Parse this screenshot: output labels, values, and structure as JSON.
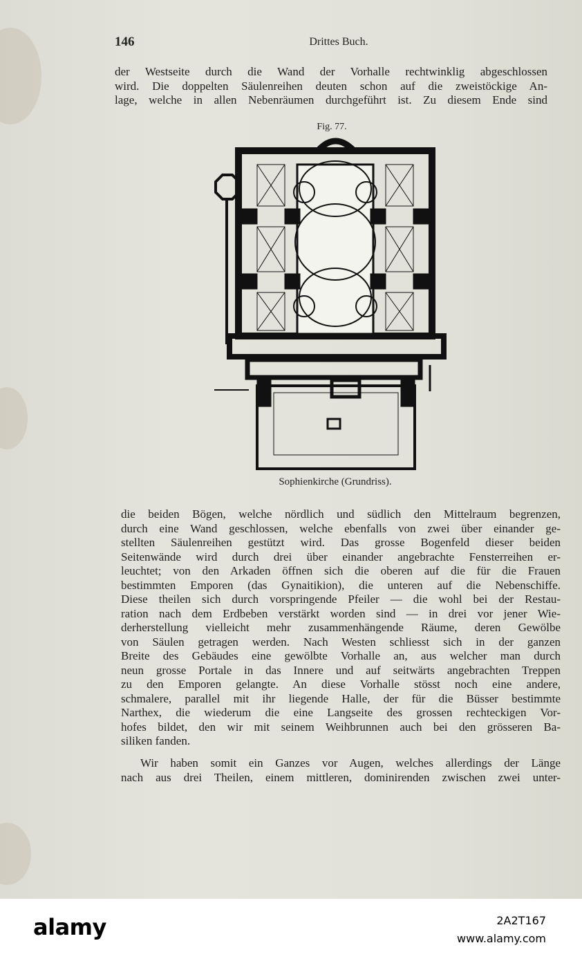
{
  "header": {
    "page_number": "146",
    "running_head": "Drittes Buch."
  },
  "paragraph_top": [
    "der Westseite durch die Wand der Vorhalle rechtwinklig abgeschlossen",
    "wird. Die doppelten Säulenreihen deuten schon auf die zweistöckige An-",
    "lage, welche in allen Nebenräumen durchgeführt ist. Zu diesem Ende sind"
  ],
  "figure": {
    "label": "Fig. 77.",
    "caption": "Sophienkirche (Grundriss)."
  },
  "paragraph_main": [
    "die beiden Bögen, welche nördlich und südlich den Mittelraum begrenzen,",
    "durch eine Wand geschlossen, welche ebenfalls von zwei über einander ge-",
    "stellten Säulenreihen gestützt wird. Das grosse Bogenfeld dieser beiden",
    "Seitenwände wird durch drei über einander angebrachte Fensterreihen er-",
    "leuchtet; von den Arkaden öffnen sich die oberen auf die für die Frauen",
    "bestimmten Emporen (das Gynaitikion), die unteren auf die Nebenschiffe.",
    "Diese theilen sich durch vorspringende Pfeiler — die wohl bei der Restau-",
    "ration nach dem Erdbeben verstärkt worden sind — in drei vor jener Wie-",
    "derherstellung vielleicht mehr zusammenhängende Räume, deren Gewölbe",
    "von Säulen getragen werden. Nach Westen schliesst sich in der ganzen",
    "Breite des Gebäudes eine gewölbte Vorhalle an, aus welcher man durch",
    "neun grosse Portale in das Innere und auf seitwärts angebrachten Treppen",
    "zu den Emporen gelangte. An diese Vorhalle stösst noch eine andere,",
    "schmalere, parallel mit ihr liegende Halle, der für die Büsser bestimmte",
    "Narthex, die wiederum die eine Langseite des grossen rechteckigen Vor-",
    "hofes bildet, den wir mit seinem Weihbrunnen auch bei den grösseren Ba-",
    "siliken fanden."
  ],
  "paragraph_last": [
    "Wir haben somit ein Ganzes vor Augen, welches allerdings der Länge",
    "nach aus drei Theilen, einem mittleren, dominirenden zwischen zwei unter-"
  ],
  "footer": {
    "logo": "alamy",
    "image_id": "2A2T167",
    "url": "www.alamy.com"
  }
}
